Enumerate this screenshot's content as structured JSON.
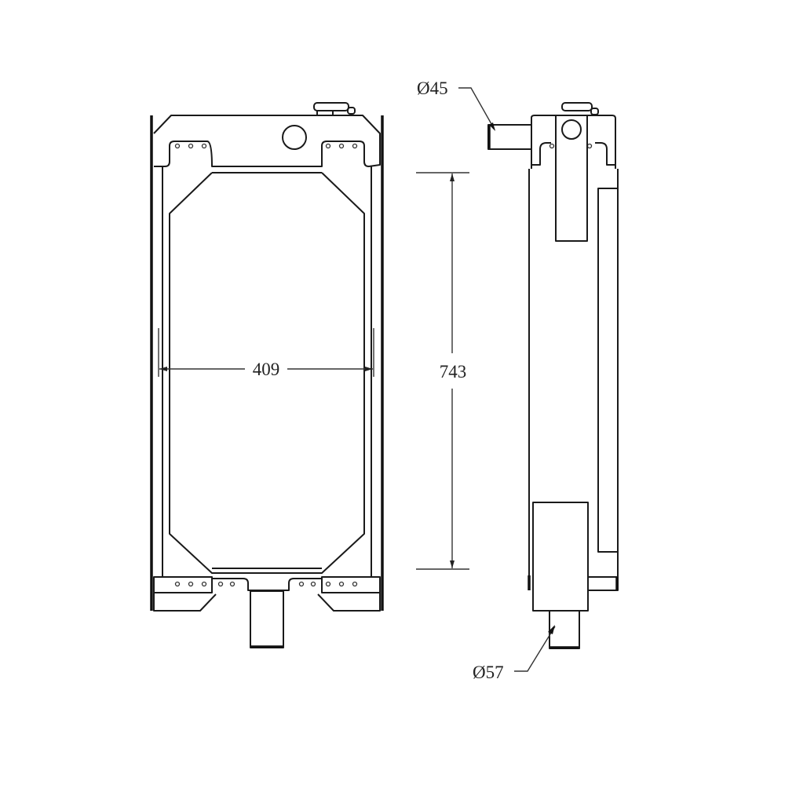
{
  "drawing": {
    "subject": "radiator",
    "colors": {
      "line": "#1a1a1a",
      "background": "#ffffff"
    },
    "front_view": {
      "width_dimension": "409",
      "height_dimension": "743"
    },
    "side_view": {
      "inlet_diameter": "Ø45",
      "outlet_diameter": "Ø57"
    }
  }
}
